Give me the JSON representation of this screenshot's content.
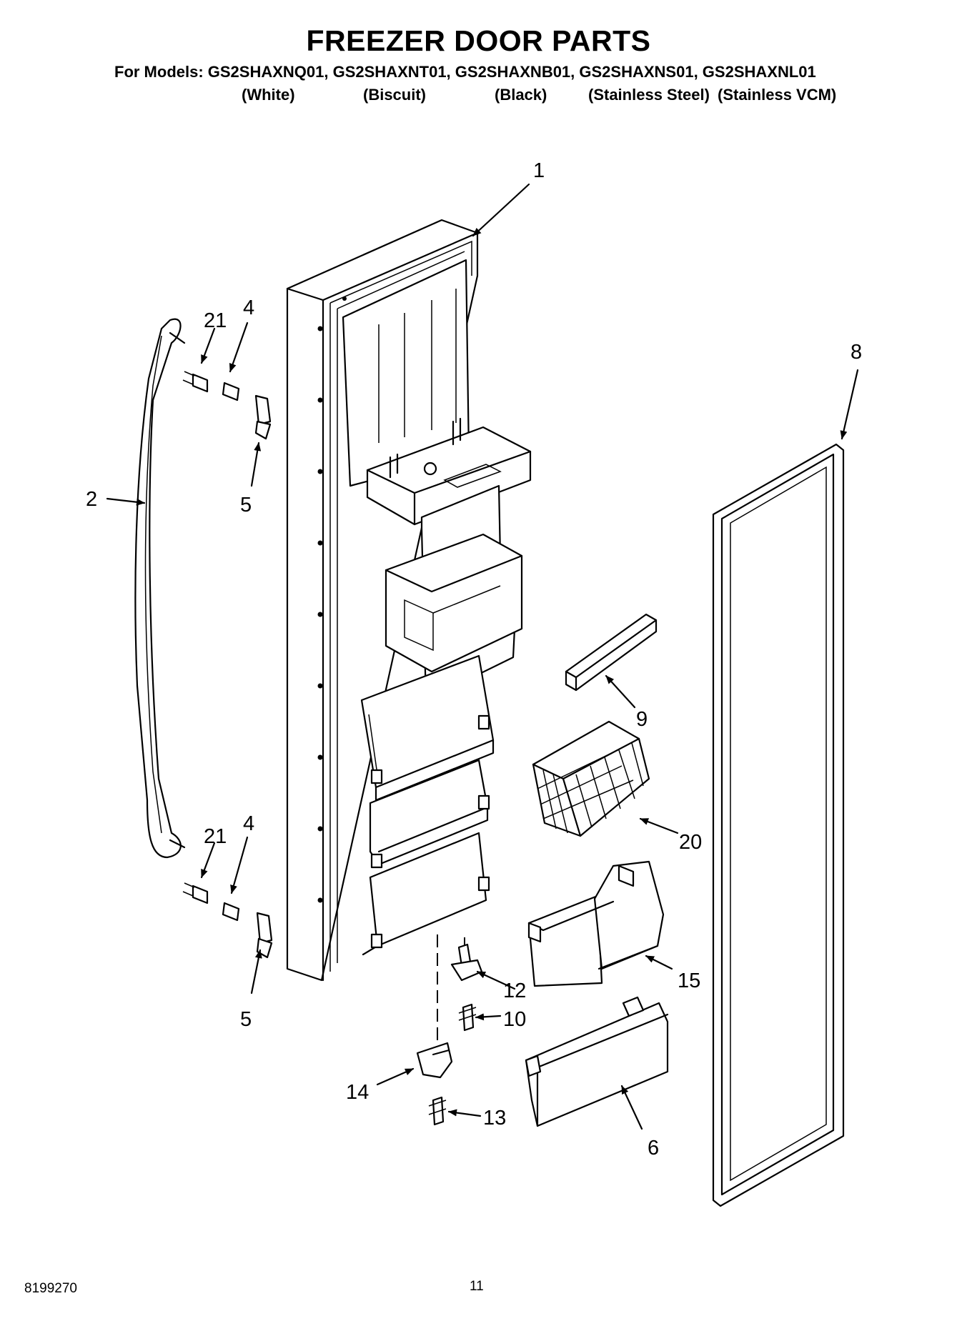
{
  "title": "FREEZER DOOR PARTS",
  "models_line": "For Models: GS2SHAXNQ01, GS2SHAXNT01, GS2SHAXNB01, GS2SHAXNS01, GS2SHAXNL01",
  "finishes": [
    "(White)",
    "(Biscuit)",
    "(Black)",
    "(Stainless Steel)",
    "(Stainless VCM)"
  ],
  "callouts": [
    "1",
    "2",
    "4",
    "21",
    "5",
    "8",
    "9",
    "20",
    "15",
    "12",
    "10",
    "14",
    "13",
    "6",
    "4",
    "21",
    "5"
  ],
  "footer": {
    "doc_number": "8199270",
    "page_number": "11"
  }
}
